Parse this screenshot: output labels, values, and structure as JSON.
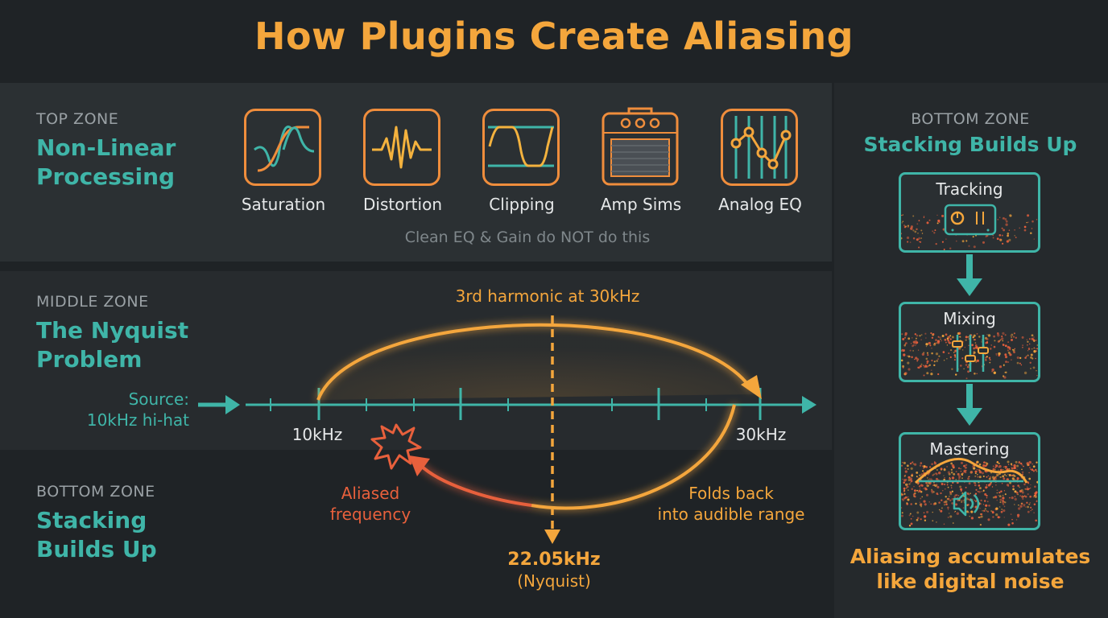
{
  "title": "How Plugins Create Aliasing",
  "top_zone": {
    "label": "TOP ZONE",
    "title_line1": "Non-Linear",
    "title_line2": "Processing",
    "icons": [
      {
        "name": "saturation-icon",
        "label": "Saturation"
      },
      {
        "name": "distortion-icon",
        "label": "Distortion"
      },
      {
        "name": "clipping-icon",
        "label": "Clipping"
      },
      {
        "name": "amp-icon",
        "label": "Amp Sims"
      },
      {
        "name": "analog-eq-icon",
        "label": "Analog EQ"
      }
    ],
    "note": "Clean EQ & Gain do NOT do this"
  },
  "middle_zone": {
    "label": "MIDDLE ZONE",
    "title_line1": "The Nyquist",
    "title_line2": "Problem"
  },
  "bottom_zone": {
    "label": "BOTTOM ZONE",
    "title_line1": "Stacking",
    "title_line2": "Builds Up"
  },
  "diagram": {
    "source_line1": "Source:",
    "source_line2": "10kHz hi-hat",
    "harmonic_label": "3rd harmonic at 30kHz",
    "tick_10k": "10kHz",
    "tick_30k": "30kHz",
    "nyquist_value": "22.05kHz",
    "nyquist_caption": "(Nyquist)",
    "aliased_line1": "Aliased",
    "aliased_line2": "frequency",
    "folds_line1": "Folds back",
    "folds_line2": "into audible range"
  },
  "right_panel": {
    "label": "BOTTOM ZONE",
    "title": "Stacking Builds Up",
    "stages": [
      "Tracking",
      "Mixing",
      "Mastering"
    ],
    "footer_line1": "Aliasing accumulates",
    "footer_line2": "like digital noise"
  },
  "colors": {
    "accent_orange": "#f4a63c",
    "teal": "#3fb5a8",
    "alias_red": "#e8603c"
  }
}
